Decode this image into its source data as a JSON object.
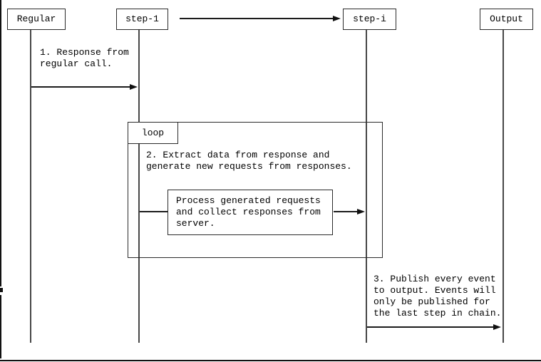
{
  "diagram": {
    "type": "sequence-diagram",
    "participants": [
      {
        "label": "Regular"
      },
      {
        "label": "step-1"
      },
      {
        "label": "step-i"
      },
      {
        "label": "Output"
      }
    ],
    "fragment": {
      "loop_label": "loop"
    },
    "notes": {
      "response_note": "1. Response from\nregular call.",
      "extract_note": "2. Extract data from response and\ngenerate new requests from responses.",
      "process_note": "Process generated requests\nand collect responses from\nserver.",
      "publish_note": "3. Publish every event\nto output. Events will\nonly be published for\nthe last step in chain."
    },
    "colors": {
      "line": "#2b2b2b",
      "text": "#000000",
      "background": "#ffffff"
    }
  }
}
